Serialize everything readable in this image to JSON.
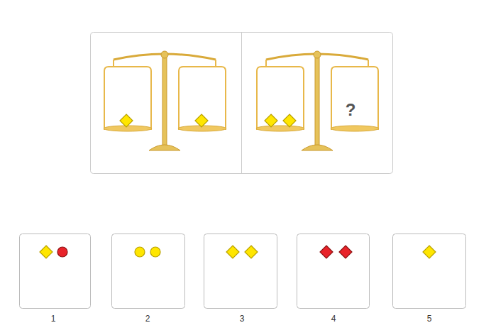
{
  "diagram": {
    "labels": [
      "?",
      "1",
      "2",
      "3",
      "4",
      "5"
    ]
  }
}
